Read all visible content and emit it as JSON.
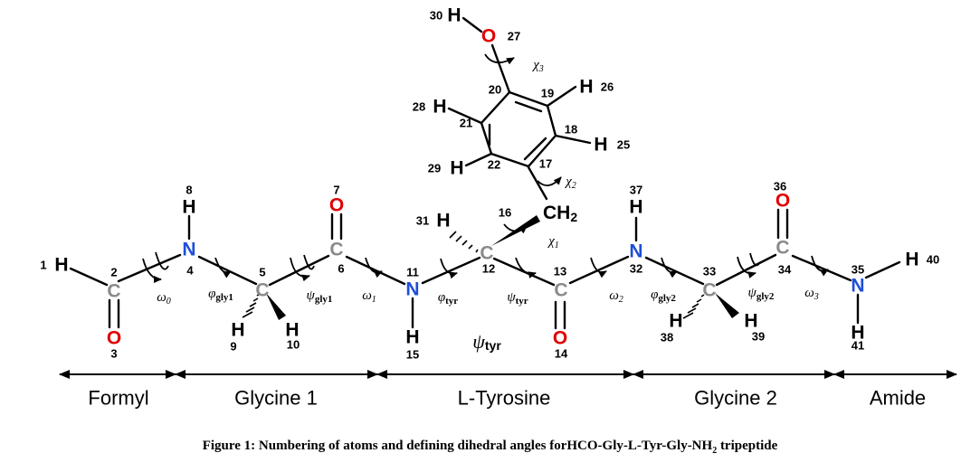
{
  "colors": {
    "carbon": "#8a8a8a",
    "oxygen": "#e00000",
    "nitrogen": "#1f4fd6",
    "hydrogen": "#000000",
    "bond": "#000000"
  },
  "atoms": {
    "H1": "H",
    "C2": "C",
    "O3": "O",
    "N4": "N",
    "C5": "C",
    "C6": "C",
    "O7": "O",
    "H8": "H",
    "H9": "H",
    "H10": "H",
    "N11": "N",
    "C12": "C",
    "C13": "C",
    "O14": "O",
    "H15": "H",
    "CH2_16": "CH",
    "CH2_16_sub": "2",
    "C17": "",
    "C18": "",
    "C19": "",
    "C20": "",
    "C21": "",
    "C22": "",
    "H25": "H",
    "H26": "H",
    "O27": "O",
    "H28": "H",
    "H29": "H",
    "H30": "H",
    "H31": "H",
    "N32": "N",
    "C33": "C",
    "C34": "C",
    "H35_N": "N",
    "O36": "O",
    "H37": "H",
    "H38": "H",
    "H39": "H",
    "H40": "H",
    "H41": "H"
  },
  "numbers": {
    "n1": "1",
    "n2": "2",
    "n3": "3",
    "n4": "4",
    "n5": "5",
    "n6": "6",
    "n7": "7",
    "n8": "8",
    "n9": "9",
    "n10": "10",
    "n11": "11",
    "n12": "12",
    "n13": "13",
    "n14": "14",
    "n15": "15",
    "n16": "16",
    "n17": "17",
    "n18": "18",
    "n19": "19",
    "n20": "20",
    "n21": "21",
    "n22": "22",
    "n25": "25",
    "n26": "26",
    "n27": "27",
    "n28": "28",
    "n29": "29",
    "n30": "30",
    "n31": "31",
    "n32": "32",
    "n33": "33",
    "n34": "34",
    "n35": "35",
    "n36": "36",
    "n37": "37",
    "n38": "38",
    "n39": "39",
    "n40": "40",
    "n41": "41"
  },
  "angles": {
    "omega0": "ω",
    "omega0_sub": "0",
    "phi_gly1": "φ",
    "phi_gly1_sub": "gly1",
    "psi_gly1": "ψ",
    "psi_gly1_sub": "gly1",
    "omega1": "ω",
    "omega1_sub": "1",
    "phi_tyr": "φ",
    "phi_tyr_sub": "tyr",
    "psi_tyr": "ψ",
    "psi_tyr_sub": "tyr",
    "psi_tyr_big": "ψ",
    "psi_tyr_big_sub": "tyr",
    "omega2": "ω",
    "omega2_sub": "2",
    "phi_gly2": "φ",
    "phi_gly2_sub": "gly2",
    "psi_gly2": "ψ",
    "psi_gly2_sub": "gly2",
    "omega3": "ω",
    "omega3_sub": "3",
    "chi1": "χ",
    "chi1_sub": "1",
    "chi2": "χ",
    "chi2_sub": "2",
    "chi3": "χ",
    "chi3_sub": "3"
  },
  "segments": [
    "Formyl",
    "Glycine 1",
    "L-Tyrosine",
    "Glycine 2",
    "Amide"
  ],
  "caption": "Figure 1: Numbering of atoms and defining dihedral angles forHCO-Gly-L-Tyr-Gly-NH",
  "caption_sub": "2",
  "caption_tail": " tripeptide"
}
